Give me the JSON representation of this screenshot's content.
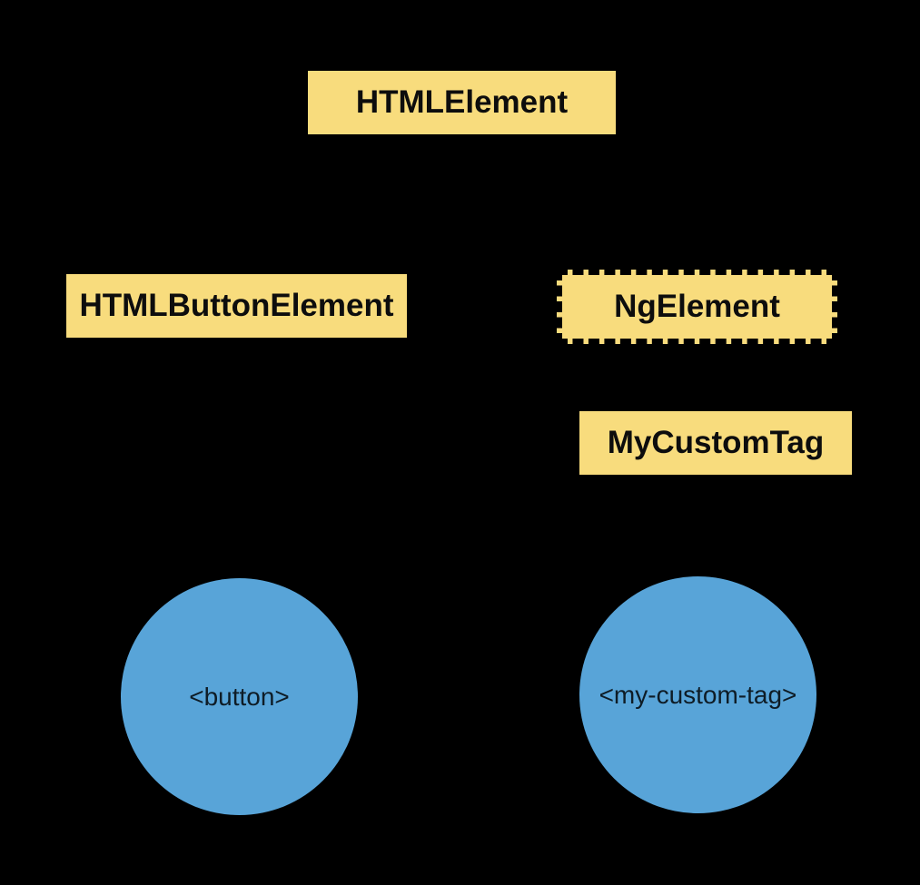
{
  "colors": {
    "background": "#000000",
    "box_fill": "#f8dc7d",
    "box_text": "#0d0d0d",
    "circle_fill": "#58a4d8",
    "circle_text": "#0e1c26"
  },
  "nodes": {
    "html_element": {
      "label": "HTMLElement"
    },
    "html_button_element": {
      "label": "HTMLButtonElement"
    },
    "ng_element": {
      "label": "NgElement"
    },
    "my_custom_tag": {
      "label": "MyCustomTag"
    },
    "button_instance": {
      "label": "<button>"
    },
    "my_custom_tag_instance": {
      "label": "<my-custom-tag>"
    }
  }
}
